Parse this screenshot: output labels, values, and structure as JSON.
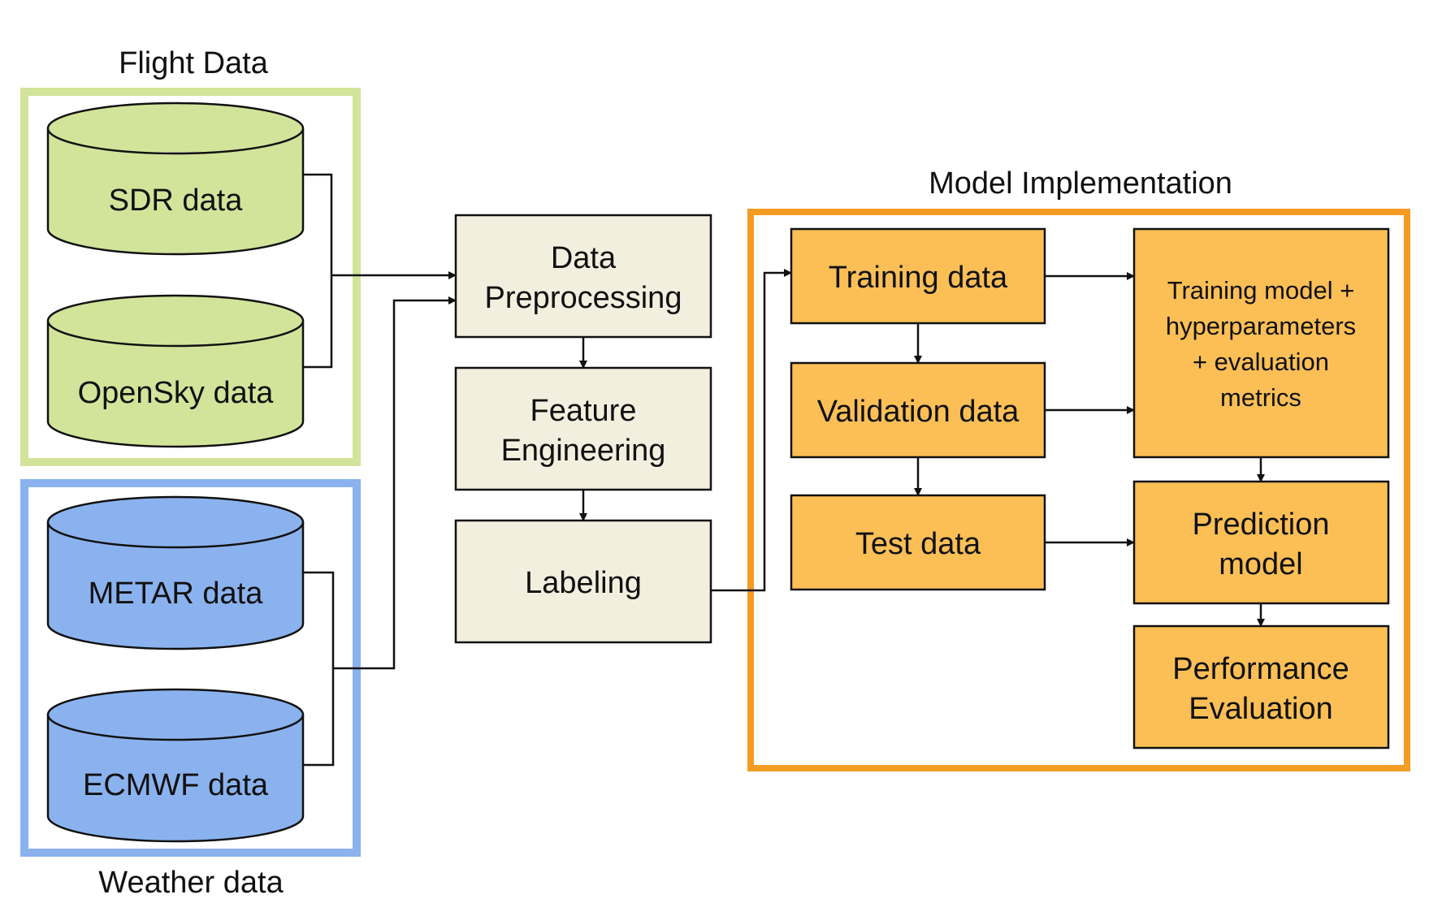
{
  "groups": {
    "flight": {
      "title": "Flight Data",
      "color": "#d2e49a"
    },
    "weather": {
      "title": "Weather data",
      "color": "#8ab2ee"
    },
    "model": {
      "title": "Model Implementation",
      "color": "#f39c22"
    }
  },
  "sources": {
    "sdr": {
      "label": "SDR data"
    },
    "opensky": {
      "label": "OpenSky data"
    },
    "metar": {
      "label": "METAR data"
    },
    "ecmwf": {
      "label": "ECMWF data"
    }
  },
  "pipeline": {
    "preprocessing": {
      "line1": "Data",
      "line2": "Preprocessing"
    },
    "feature": {
      "line1": "Feature",
      "line2": "Engineering"
    },
    "labeling": {
      "label": "Labeling"
    }
  },
  "model": {
    "training_data": {
      "label": "Training data"
    },
    "validation_data": {
      "label": "Validation data"
    },
    "test_data": {
      "label": "Test data"
    },
    "training_model": {
      "line1": "Training model +",
      "line2": "hyperparameters",
      "line3": "+ evaluation",
      "line4": "metrics"
    },
    "prediction": {
      "line1": "Prediction",
      "line2": "model"
    },
    "performance": {
      "line1": "Performance",
      "line2": "Evaluation"
    }
  },
  "colors": {
    "flight_cylinder": "#d2e49a",
    "weather_cylinder": "#8ab2ee",
    "pipeline_box": "#f3efdf",
    "model_box": "#fbbf56",
    "stroke": "#111111"
  }
}
